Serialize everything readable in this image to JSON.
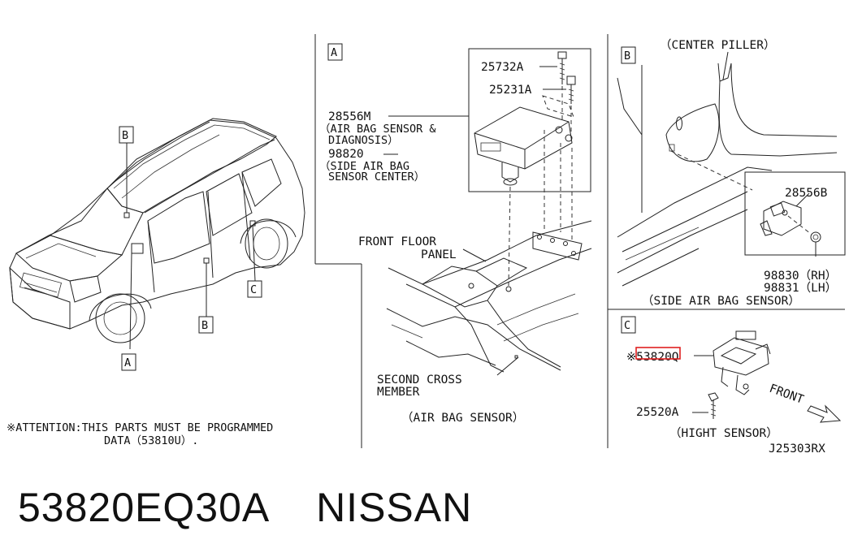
{
  "caption": {
    "part_number": "53820EQ30A",
    "brand": "NISSAN"
  },
  "vehicle": {
    "callout_b_top": "B",
    "callout_b_bottom": "B",
    "callout_c": "C",
    "callout_a": "A"
  },
  "attention": {
    "line1": "※ATTENTION:THIS PARTS MUST BE PROGRAMMED",
    "line2": "DATA（53810U）."
  },
  "section_a": {
    "tag": "A",
    "part_25732A": "25732A",
    "part_25231A": "25231A",
    "part_28556M": "28556M",
    "desc_28556M_1": "（AIR BAG SENSOR &",
    "desc_28556M_2": "DIAGNOSIS）",
    "part_98820": "98820",
    "desc_98820_1": "（SIDE AIR BAG",
    "desc_98820_2": "SENSOR CENTER）",
    "front_floor_1": "FRONT FLOOR",
    "front_floor_2": "PANEL",
    "second_cross_1": "SECOND CROSS",
    "second_cross_2": "MEMBER",
    "title": "（AIR BAG SENSOR）"
  },
  "section_b": {
    "tag": "B",
    "center_piller": "（CENTER PILLER）",
    "part_28556B": "28556B",
    "part_98830": "98830（RH）",
    "part_98831": "98831（LH）",
    "title": "（SIDE AIR BAG SENSOR）"
  },
  "section_c": {
    "tag": "C",
    "part_53820Q": "※53820Q",
    "part_25520A": "25520A",
    "front": "FRONT",
    "title": "（HIGHT SENSOR）",
    "drawing_no": "J25303RX"
  },
  "colors": {
    "highlight": "#e02020",
    "line": "#222222"
  }
}
